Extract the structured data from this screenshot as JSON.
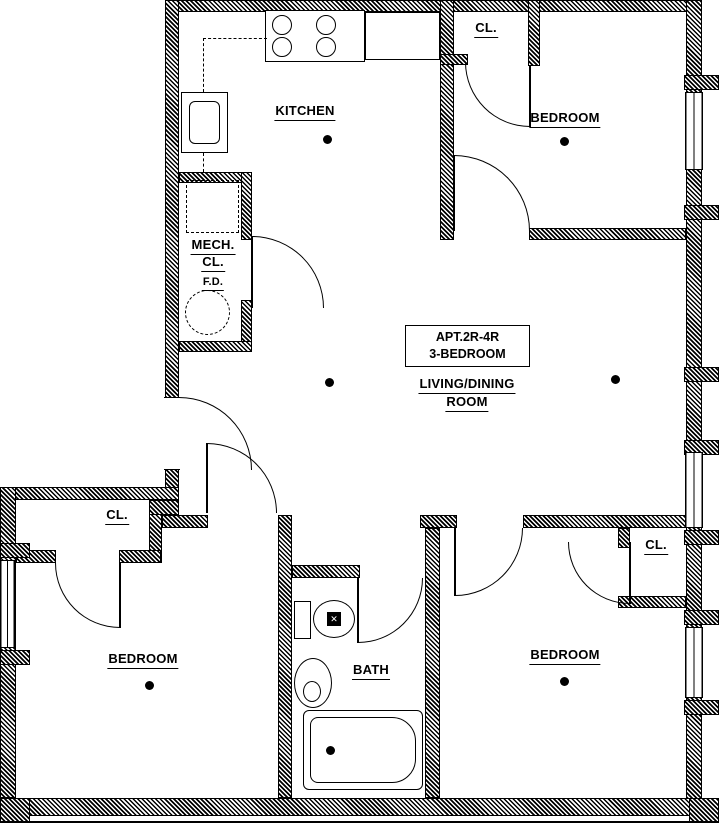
{
  "plan": {
    "apt_box": {
      "line1": "APT.2R-4R",
      "line2": "3-BEDROOM"
    },
    "rooms": {
      "kitchen": "KITCHEN",
      "bedroom_top_right": "BEDROOM",
      "closet_top_right": "CL.",
      "mech_closet_line1": "MECH.",
      "mech_closet_line2": "CL.",
      "floor_drain": "F.D.",
      "living_line1": "LIVING/DINING",
      "living_line2": "ROOM",
      "closet_bottom_left": "CL.",
      "bedroom_bottom_left": "BEDROOM",
      "bath": "BATH",
      "bedroom_bottom_right": "BEDROOM",
      "closet_bottom_right": "CL."
    },
    "fixtures": {
      "toilet_mark": "✕"
    },
    "colors": {
      "line": "#000000",
      "floor": "#ffffff"
    }
  }
}
